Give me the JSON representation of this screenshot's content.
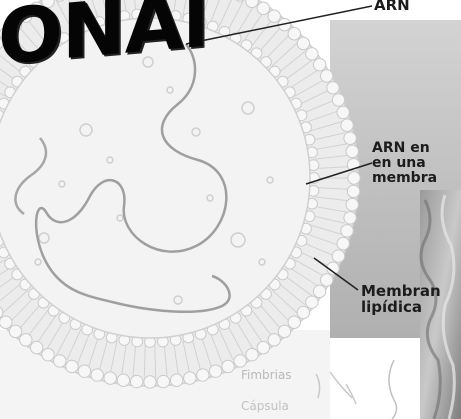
{
  "title_fragment": "ONAl",
  "labels": {
    "arn": "ARN",
    "arn_membrane": [
      "ARN en",
      "en una",
      "membra"
    ],
    "membrane": [
      "Membran",
      "lipídica"
    ],
    "fimbrias": "Fimbrias",
    "capsula": "Cápsula"
  },
  "colors": {
    "background": "#ffffff",
    "label_text": "#1c1c1c",
    "title": "#050505",
    "membrane": "#d6d6d6",
    "rna_strand": "#a9a9a9",
    "photo_panel": "#c4c4c4"
  },
  "icons": [
    "vesicle-bubble",
    "lipid-bilayer",
    "rna-strand",
    "fimbria-strand"
  ]
}
